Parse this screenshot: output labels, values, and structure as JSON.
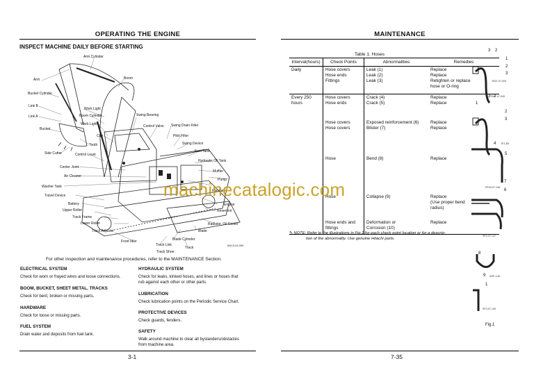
{
  "left_page": {
    "title": "OPERATING THE ENGINE",
    "subheading": "INSPECT MACHINE DAILY BEFORE STARTING",
    "diagram_labels": {
      "arm_cylinder": "Arm Cylinder",
      "arm": "Arm",
      "boom": "Boom",
      "bucket_cylinder": "Bucket Cylinder",
      "link_b": "Link B",
      "link_a": "Link A",
      "bucket": "Bucket",
      "side_cutter": "Side Cutter",
      "work_light_1": "Work Light",
      "boom_cylinder": "Boom Cylinder",
      "work_light_2": "Work Light",
      "cab": "Cab",
      "tooth": "Tooth",
      "control_lever": "Control Lever",
      "swing_bearing": "Swing Bearing",
      "control_valve": "Control Valve",
      "swing_drain_filter": "Swing Drain Filter",
      "pilot_filter": "Pilot Filter",
      "swing_device": "Swing Device",
      "fuel_tank": "Fuel Tank",
      "hydraulic_oil_tank": "Hydraulic Oil Tank",
      "center_joint": "Center Joint",
      "air_cleaner": "Air Cleaner",
      "muffler": "Muffler",
      "pump": "Pump",
      "washer_tank": "Washer Tank",
      "fan_belt": "Fan Belt",
      "travel_device": "Travel Device",
      "battery": "Battery",
      "engine": "Engine",
      "upper_roller": "Upper Roller",
      "reservoir": "Reservoir",
      "track_frame": "Track Frame",
      "lower_roller": "Lower Roller",
      "radiator_oil_cooler": "Radiator, Oil Cooler",
      "track_adjuster": "Track Adjuster",
      "blade": "Blade",
      "front_idler": "Front Idler",
      "blade_cylinder": "Blade Cylinder",
      "track_link": "Track Link",
      "track": "Track",
      "track_shoe": "Track Shoe",
      "figure_code": "M1C3-01-009"
    },
    "intro_note": "For other inspection and maintenance procedures, refer to the MAINTENANCE Section.",
    "sections_left": [
      {
        "heading": "ELECTRICAL SYSTEM",
        "text": "Check for worn or frayed wires and loose connections."
      },
      {
        "heading": "BOOM, BUCKET, SHEET METAL, TRACKS",
        "text": "Check for bent, broken or missing parts."
      },
      {
        "heading": "HARDWARE",
        "text": "Check for loose or missing parts."
      },
      {
        "heading": "FUEL SYSTEM",
        "text": "Drain water and deposits from fuel tank."
      }
    ],
    "sections_right": [
      {
        "heading": "HYDRAULIC SYSTEM",
        "text1": "Check for leaks, kinked hoses, and lines or hoses that",
        "text2": "rub against each other or other parts."
      },
      {
        "heading": "LUBRICATION",
        "text1": "Check lubrication points on the Periodic Service Chart.",
        "text2": ""
      },
      {
        "heading": "PROTECTIVE DEVICES",
        "text1": "Check guards, fenders.",
        "text2": ""
      },
      {
        "heading": "SAFETY",
        "text1": "Walk around machine to clear all bystanders/obstacles",
        "text2": "from machine area."
      }
    ],
    "page_number": "3-1"
  },
  "right_page": {
    "title": "MAINTENANCE",
    "table_caption": "Table 1. Hoses",
    "table_headers": [
      "Interval(hours)",
      "Check Points",
      "Abnormalities",
      "Remedies"
    ],
    "rows": [
      {
        "interval": "Daily",
        "points": [
          "Hose covers",
          "Hose ends",
          "Fittings"
        ],
        "abn": [
          "Leak (1)",
          "Leak (2)",
          "Leak (3)"
        ],
        "rem": [
          "Replace",
          "Replace",
          "Retighten or replace",
          "hose or O-ring"
        ]
      },
      {
        "interval": "Every 250",
        "interval2": "hours",
        "points": [
          "Hose covers",
          "Hose ends"
        ],
        "abn": [
          "Crack (4)",
          "Crack (5)"
        ],
        "rem": [
          "Replace",
          "Replace"
        ]
      },
      {
        "interval": "",
        "points": [
          "Hose covers",
          "Hose covers"
        ],
        "abn": [
          "Exposed reinforcement (6)",
          "Blister (7)"
        ],
        "rem": [
          "Replace",
          "Replace"
        ]
      },
      {
        "interval": "",
        "points": [
          "Hose"
        ],
        "abn": [
          "Bend (8)"
        ],
        "rem": [
          "Replace"
        ]
      },
      {
        "interval": "",
        "points": [
          "Hose"
        ],
        "abn": [
          "Collapse (9)"
        ],
        "rem": [
          "Replace",
          "(Use proper bend",
          "radius)"
        ]
      },
      {
        "interval": "",
        "points": [
          "Hose ends and",
          "fittings"
        ],
        "abn": [
          "Deformation or",
          "Corrosion (10)"
        ],
        "rem": [
          "Replace"
        ]
      }
    ],
    "note_line1": "NOTE:  Refer to the illustrations in Fig.1 for each check point location or for a descrip-",
    "note_line2": "tion of the abnormality. Use genuine Hitachi parts.",
    "figure_label": "Fig.1",
    "figure_numbers": [
      "3",
      "2",
      "1",
      "2",
      "3",
      "3",
      "2",
      "1",
      "2",
      "3",
      "4",
      "5",
      "7",
      "6",
      "8",
      "9",
      "1"
    ],
    "figure_codes": [
      "TB37-07-009",
      "TB37-07-009",
      "TE1-E8",
      "RF40-07-146",
      "SF0-07-147",
      "W3F-148",
      "SF0-07-149"
    ],
    "page_number": "7-35"
  },
  "watermark": "machinecatalogic.com"
}
